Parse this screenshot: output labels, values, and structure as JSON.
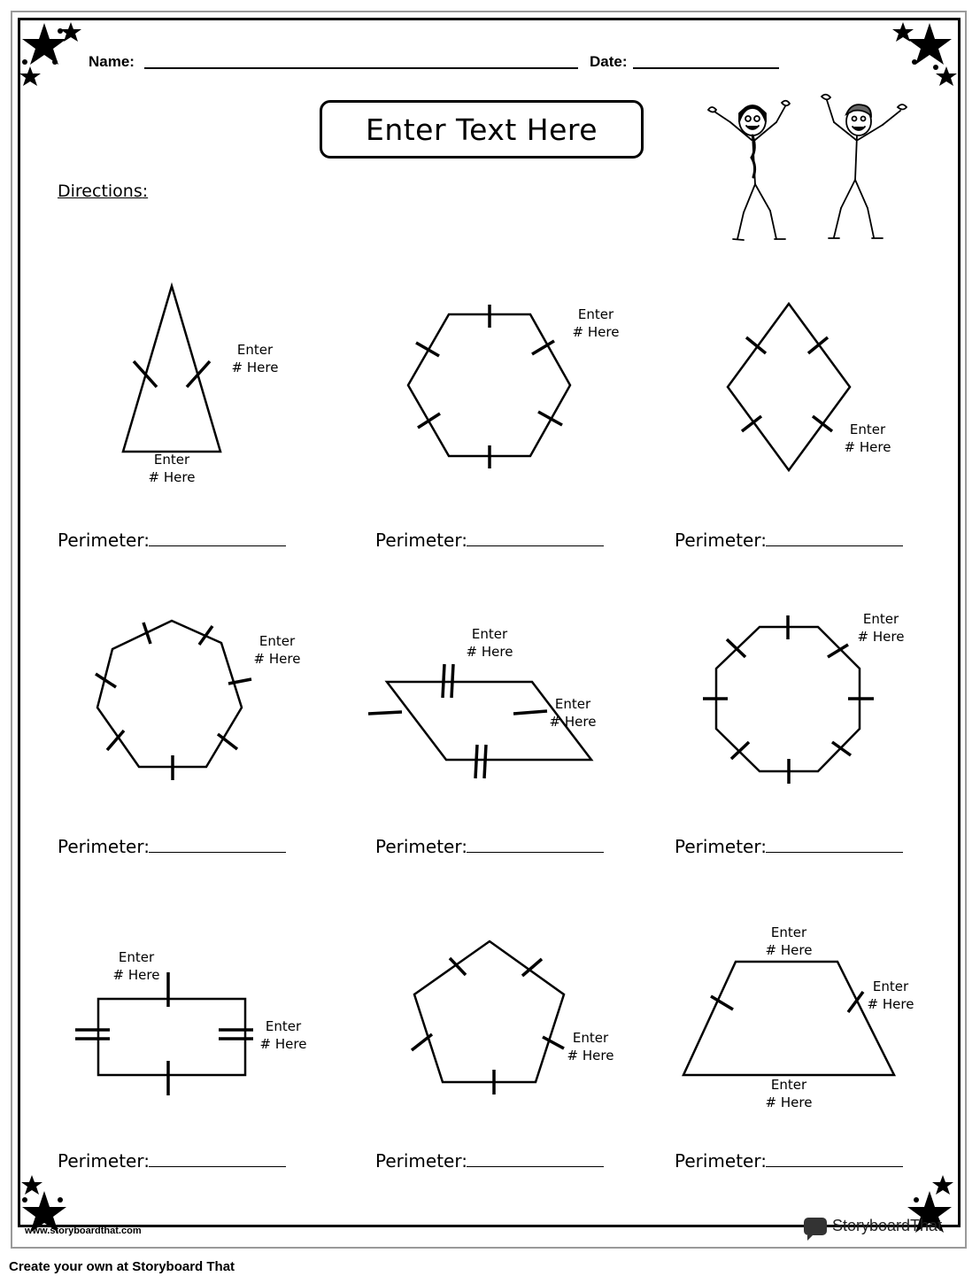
{
  "header": {
    "name_label": "Name:",
    "date_label": "Date:"
  },
  "title": "Enter Text Here",
  "directions_label": "Directions",
  "directions_colon": ":",
  "shapes": [
    {
      "shape": "triangle",
      "labels": [
        "Enter\n# Here",
        "Enter\n# Here"
      ],
      "perimeter_label": "Perimeter:"
    },
    {
      "shape": "hexagon",
      "labels": [
        "Enter\n# Here"
      ],
      "perimeter_label": "Perimeter:"
    },
    {
      "shape": "rhombus",
      "labels": [
        "Enter\n# Here"
      ],
      "perimeter_label": "Perimeter:"
    },
    {
      "shape": "heptagon",
      "labels": [
        "Enter\n# Here"
      ],
      "perimeter_label": "Perimeter:"
    },
    {
      "shape": "parallelogram",
      "labels": [
        "Enter\n# Here",
        "Enter\n# Here"
      ],
      "perimeter_label": "Perimeter:"
    },
    {
      "shape": "octagon",
      "labels": [
        "Enter\n# Here"
      ],
      "perimeter_label": "Perimeter:"
    },
    {
      "shape": "rectangle",
      "labels": [
        "Enter\n# Here",
        "Enter\n# Here"
      ],
      "perimeter_label": "Perimeter:"
    },
    {
      "shape": "pentagon",
      "labels": [
        "Enter\n# Here"
      ],
      "perimeter_label": "Perimeter:"
    },
    {
      "shape": "trapezoid",
      "labels": [
        "Enter\n# Here",
        "Enter\n# Here",
        "Enter\n# Here"
      ],
      "perimeter_label": "Perimeter:"
    }
  ],
  "label_line1": "Enter",
  "label_line2": "# Here",
  "watermark": {
    "url": "www.storyboardthat.com",
    "brand": "StoryboardThat"
  },
  "footer": "Create your own at Storyboard That",
  "icons": [
    "star-icon",
    "stick-figure-girl",
    "stick-figure-boy",
    "storyboardthat-logo-icon"
  ]
}
